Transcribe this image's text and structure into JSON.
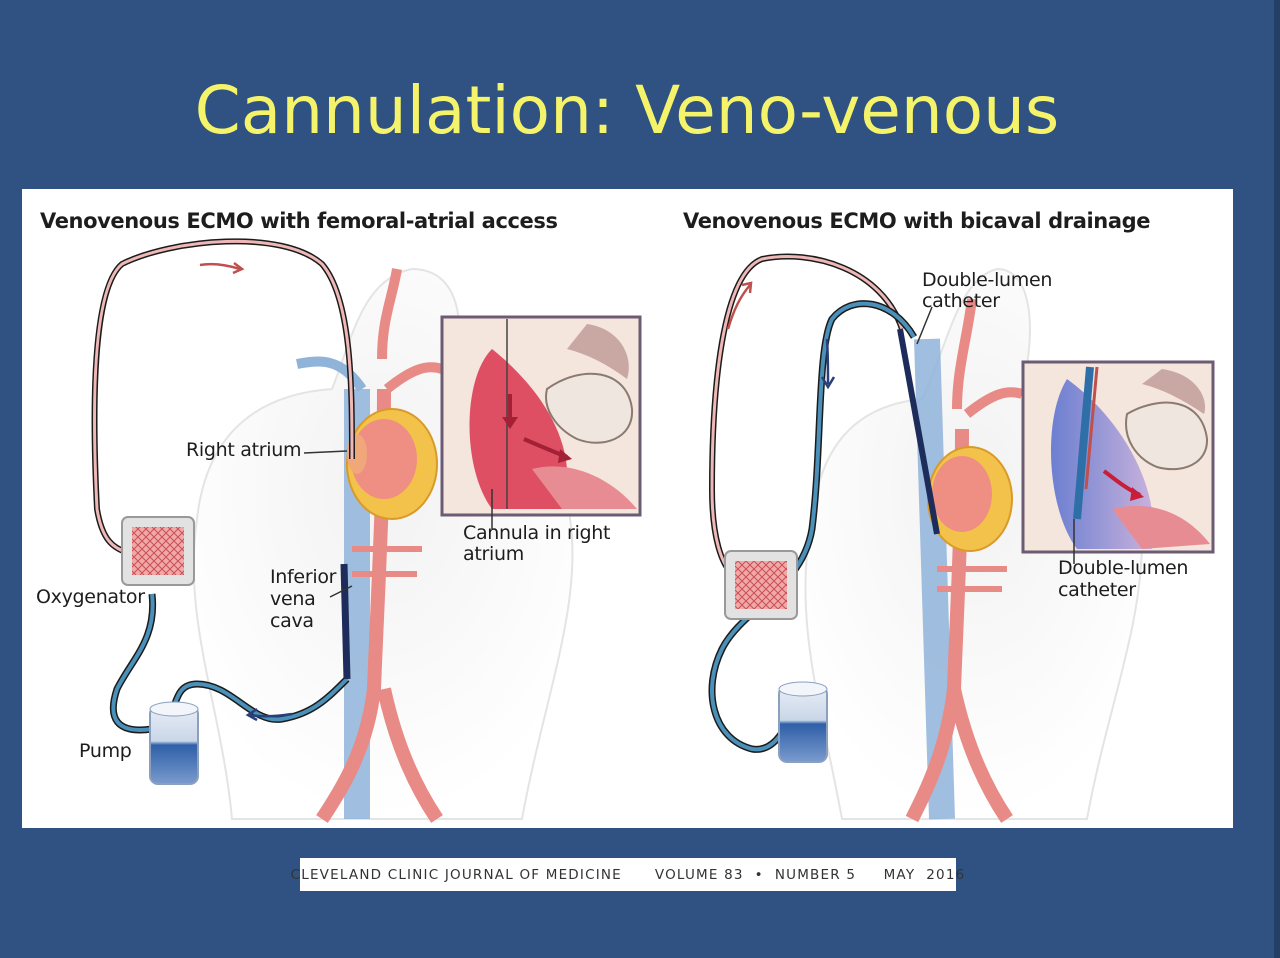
{
  "slide": {
    "title": "Cannulation: Veno-venous"
  },
  "panels": {
    "left": {
      "title": "Venovenous ECMO with femoral-atrial access",
      "labels": {
        "right_atrium": "Right atrium",
        "cannula_line1": "Cannula in right",
        "cannula_line2": "atrium",
        "ivc_line1": "Inferior",
        "ivc_line2": "vena",
        "ivc_line3": "cava",
        "oxygenator": "Oxygenator",
        "pump": "Pump"
      }
    },
    "right": {
      "title": "Venovenous ECMO with bicaval drainage",
      "labels": {
        "dlc_top_line1": "Double-lumen",
        "dlc_top_line2": "catheter",
        "dlc_inset_line1": "Double-lumen",
        "dlc_inset_line2": "catheter"
      }
    }
  },
  "citation": {
    "journal": "CLEVELAND CLINIC JOURNAL OF MEDICINE",
    "volume": "VOLUME 83",
    "separator": "•",
    "number": "NUMBER 5",
    "date": "MAY  2016"
  },
  "colors": {
    "background": "#2f5282",
    "title": "#f5f36a",
    "artery": "#e88a86",
    "vein": "#8fb3d9",
    "oxygenated_line": "#c0504d",
    "deoxygenated_line": "#4a90b8"
  }
}
